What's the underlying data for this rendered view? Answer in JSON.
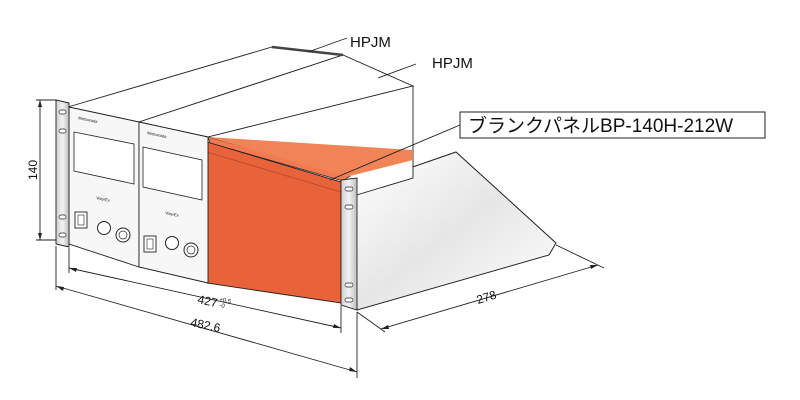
{
  "labels": {
    "unit_a": "HPJM",
    "unit_b": "HPJM",
    "blank_panel": "ブランクパネルBP-140H-212W"
  },
  "dimensions": {
    "height": "140",
    "inner_width": "427",
    "inner_tolerance_upper": "+0.5",
    "inner_tolerance_lower": "-0",
    "outer_width": "482.6",
    "depth": "278"
  },
  "brand_text": "Matsusada",
  "knob_label": "Vary/Ex",
  "colors": {
    "blank_panel": "#e8623a",
    "blank_panel_top": "#f27a52",
    "rack_ear": "#d9d9d9",
    "line": "#222222"
  }
}
